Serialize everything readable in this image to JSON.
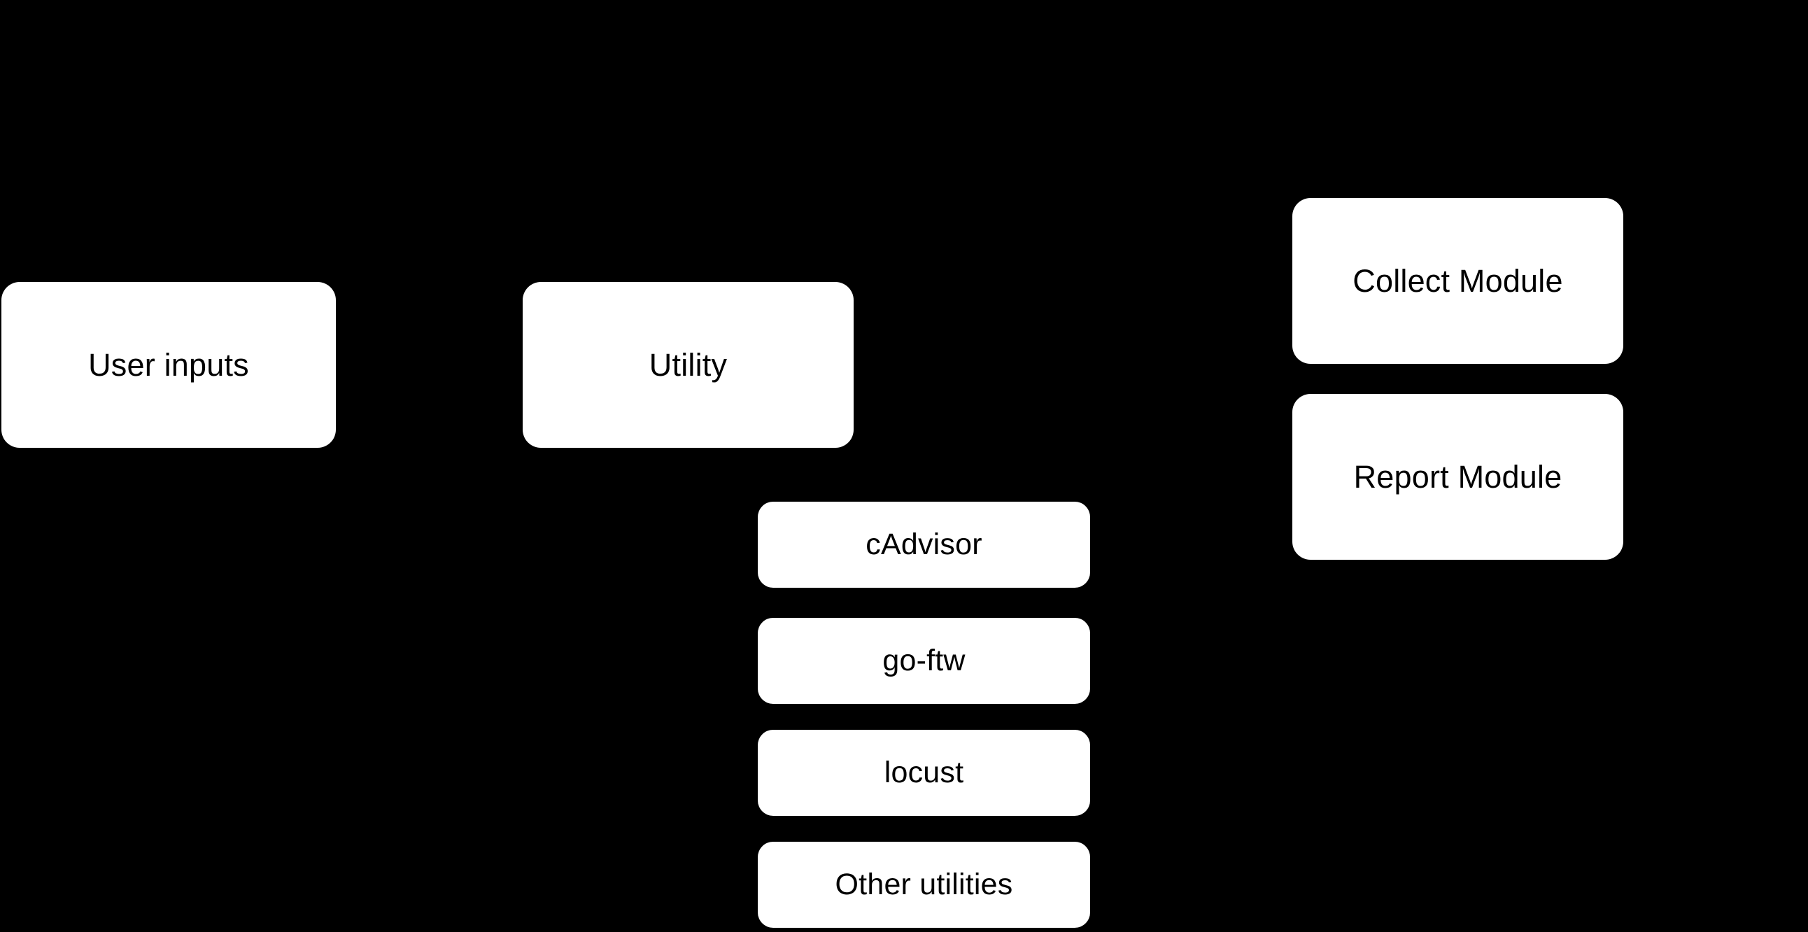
{
  "diagram": {
    "background_color": "#000000",
    "node_fill_color": "#ffffff",
    "node_text_color": "#000000",
    "columns": {
      "left": {
        "nodes": [
          {
            "label": "User inputs"
          }
        ]
      },
      "middle": {
        "parent": {
          "label": "Utility"
        },
        "children": [
          {
            "label": "cAdvisor"
          },
          {
            "label": "go-ftw"
          },
          {
            "label": "locust"
          },
          {
            "label": "Other utilities"
          }
        ]
      },
      "right": {
        "nodes": [
          {
            "label": "Collect Module"
          },
          {
            "label": "Report Module"
          }
        ]
      }
    }
  }
}
